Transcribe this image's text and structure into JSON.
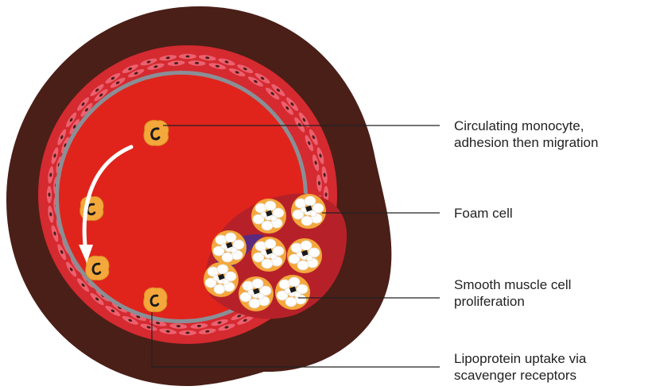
{
  "labels": {
    "monocyte": {
      "line1": "Circulating monocyte,",
      "line2": "adhesion then migration"
    },
    "foam_cell": {
      "line1": "Foam cell"
    },
    "smooth_muscle": {
      "line1": "Smooth muscle cell",
      "line2": "proliferation"
    },
    "lipoprotein": {
      "line1": "Lipoprotein uptake via",
      "line2": "scavenger receptors"
    }
  },
  "colors": {
    "adventitia": "#4a1f17",
    "media": "#d42a30",
    "smooth_muscle_cell": "#f06a7a",
    "lumen": "#e0241c",
    "lumen_lining": "#8a8f96",
    "plaque": "#b62129",
    "lipid_core": "#5b2a7e",
    "monocyte": "#f4a83c",
    "foam_fat": "#ffffff",
    "leader": "#222222",
    "arrow": "#ffffff"
  },
  "icons": [
    "monocyte-cell",
    "foam-cell",
    "migration-arrow"
  ]
}
